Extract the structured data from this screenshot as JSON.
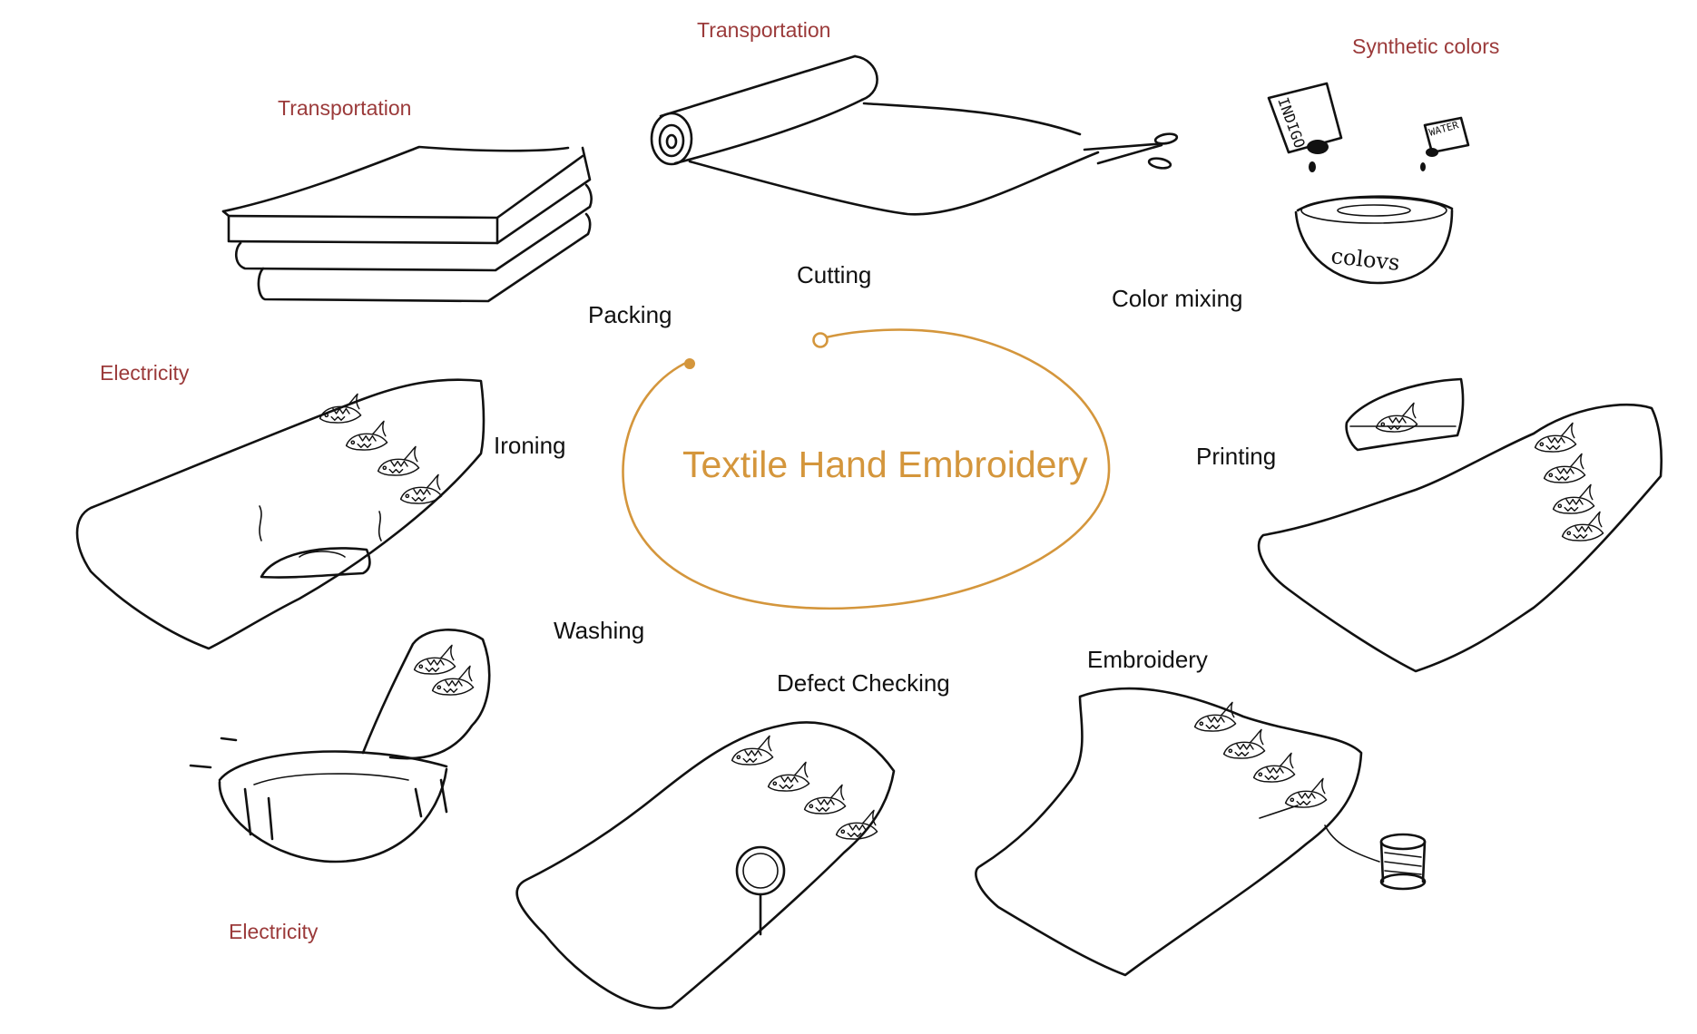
{
  "title": "Textile Hand Embroidery",
  "colors": {
    "accent": "#d4963c",
    "resource": "#9b3a3a",
    "ink": "#111111"
  },
  "steps": {
    "cutting": "Cutting",
    "color_mixing": "Color mixing",
    "printing": "Printing",
    "embroidery": "Embroidery",
    "defect_checking": "Defect Checking",
    "washing": "Washing",
    "ironing": "Ironing",
    "packing": "Packing"
  },
  "resources": {
    "transportation_cutting": "Transportation",
    "transportation_packing": "Transportation",
    "synthetic_colors": "Synthetic colors",
    "electricity_ironing": "Electricity",
    "electricity_washing": "Electricity"
  },
  "sketch_text": {
    "bowl_label": "colovs",
    "bottle_indigo": "INDIGO",
    "bottle_water": "WATER"
  }
}
